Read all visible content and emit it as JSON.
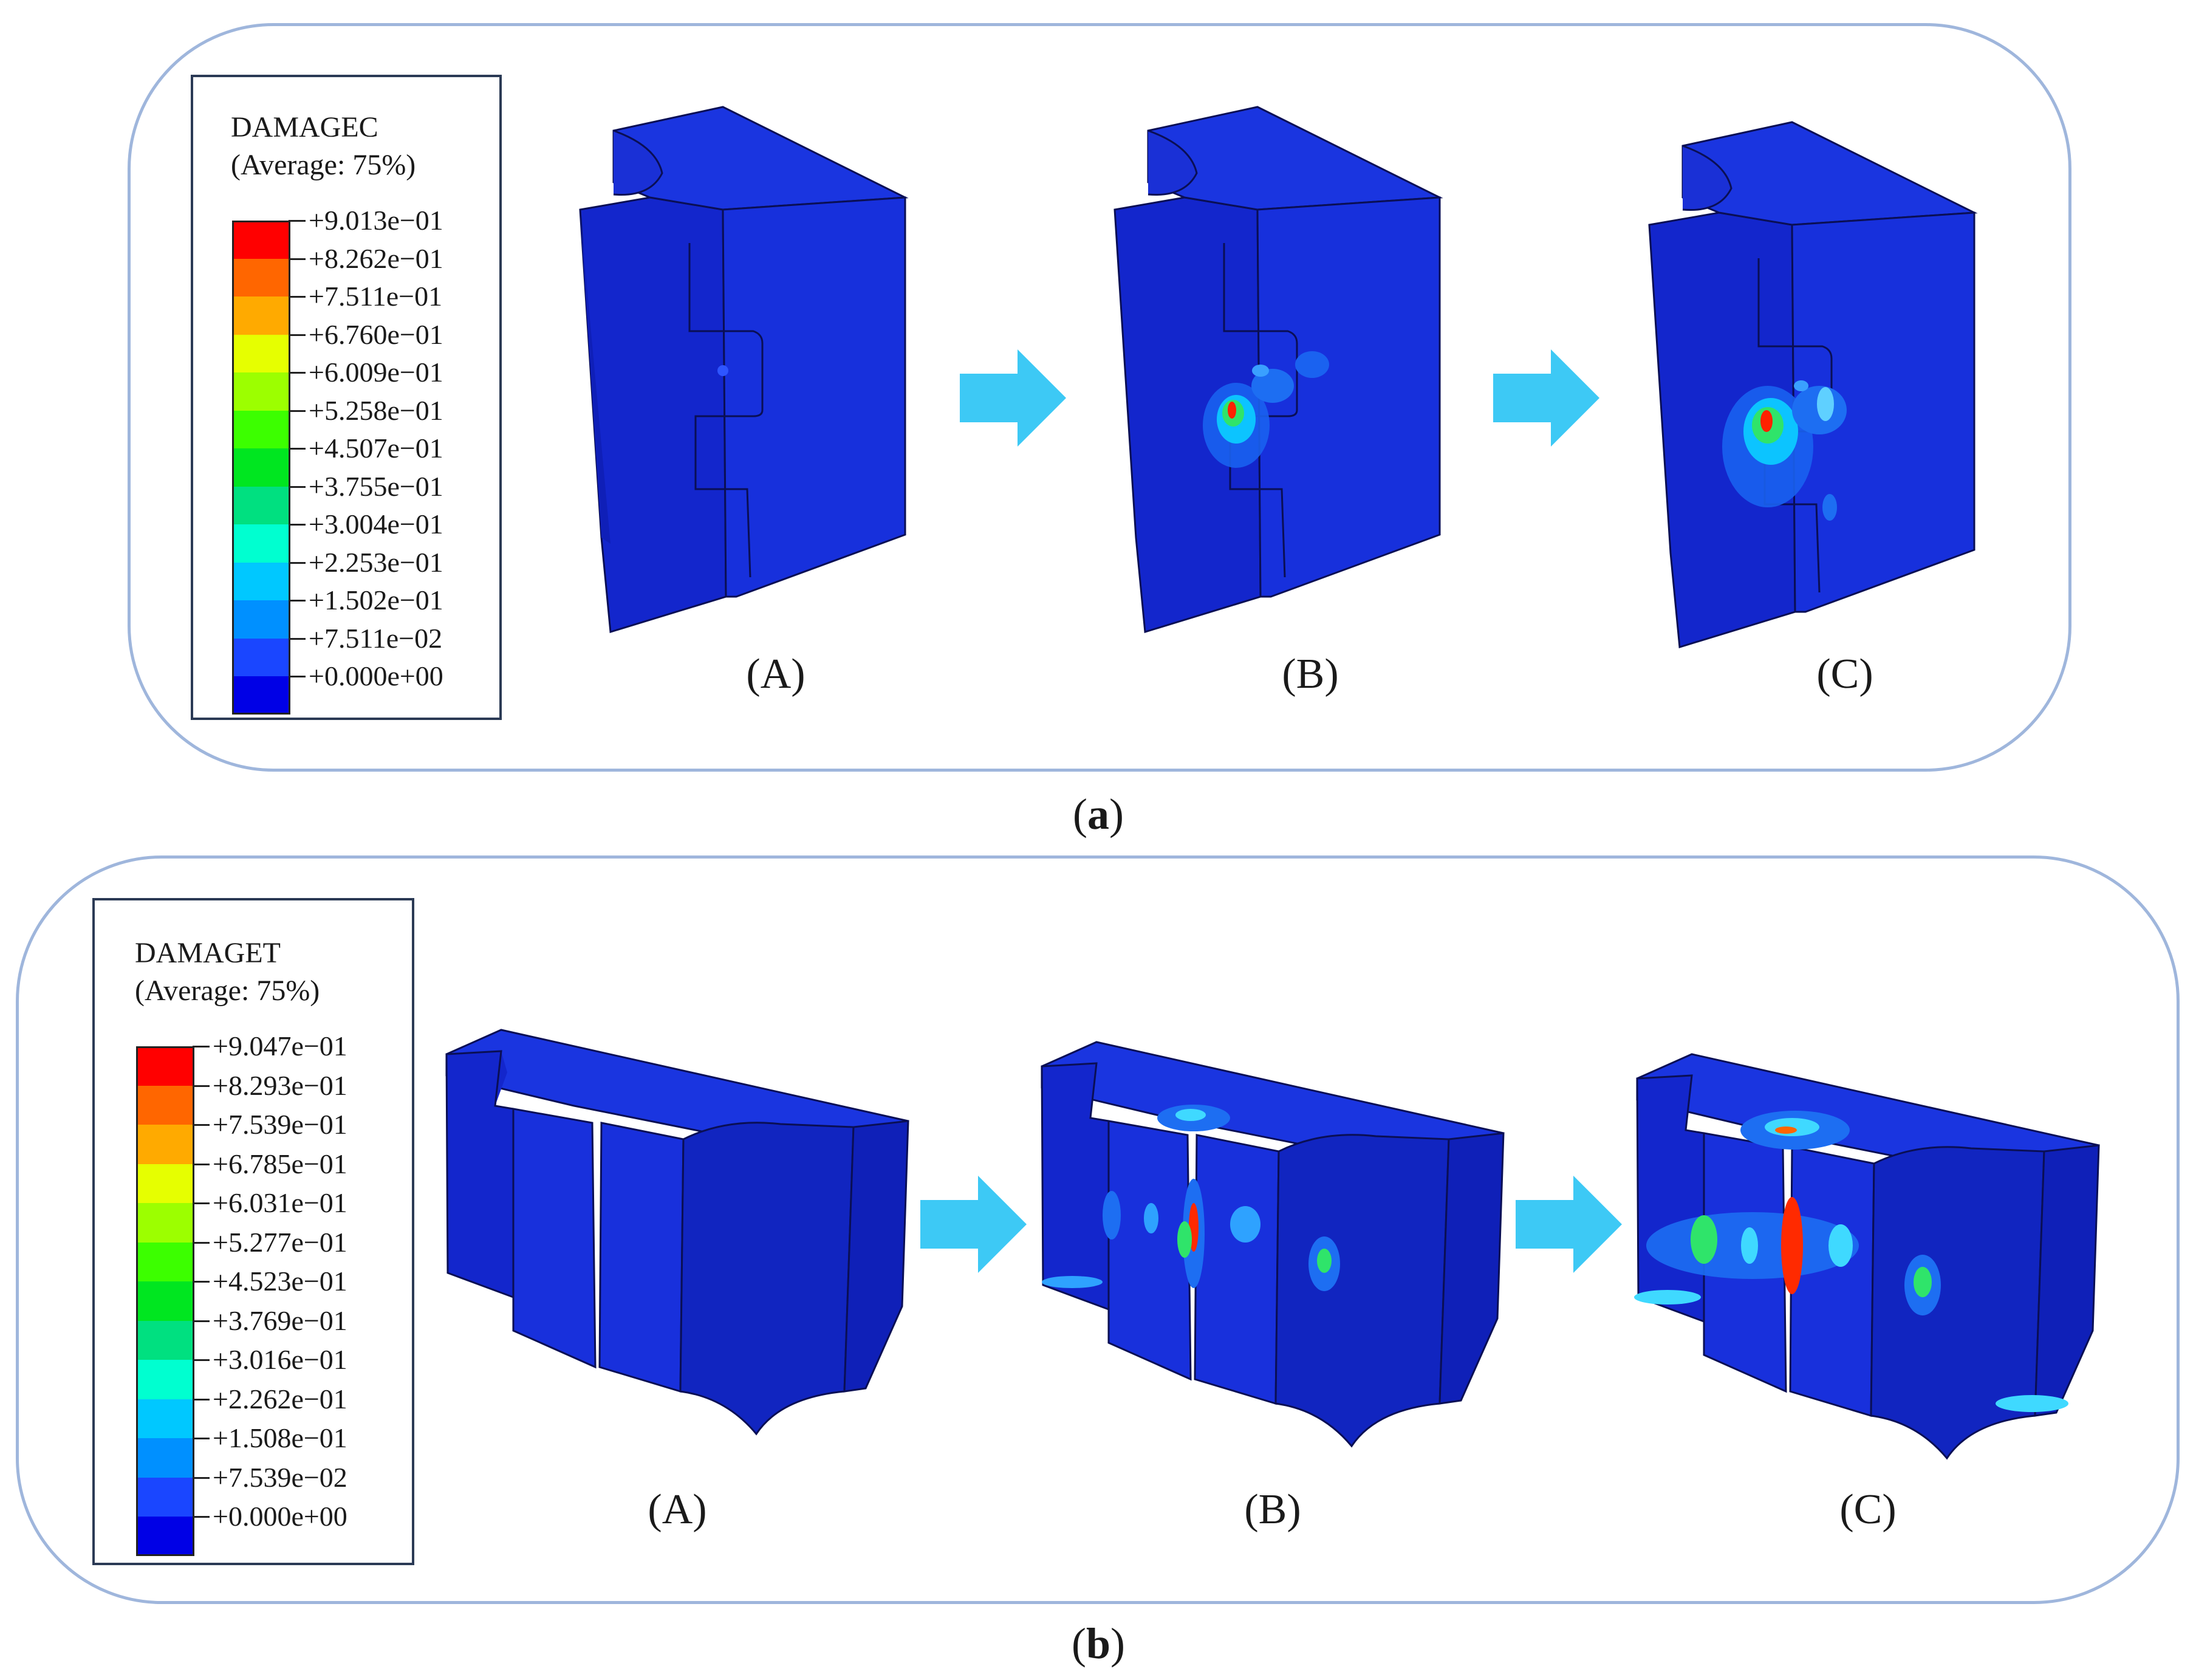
{
  "panel_a": {
    "legend": {
      "title": "DAMAGEC",
      "subtitle": "(Average: 75%)",
      "ticks": [
        "+9.013e−01",
        "+8.262e−01",
        "+7.511e−01",
        "+6.760e−01",
        "+6.009e−01",
        "+5.258e−01",
        "+4.507e−01",
        "+3.755e−01",
        "+3.004e−01",
        "+2.253e−01",
        "+1.502e−01",
        "+7.511e−02",
        "+0.000e+00"
      ]
    },
    "stages": [
      "(A)",
      "(B)",
      "(C)"
    ],
    "caption_pre": "(",
    "caption_bold": "a",
    "caption_post": ")"
  },
  "panel_b": {
    "legend": {
      "title": "DAMAGET",
      "subtitle": "(Average: 75%)",
      "ticks": [
        "+9.047e−01",
        "+8.293e−01",
        "+7.539e−01",
        "+6.785e−01",
        "+6.031e−01",
        "+5.277e−01",
        "+4.523e−01",
        "+3.769e−01",
        "+3.016e−01",
        "+2.262e−01",
        "+1.508e−01",
        "+7.539e−02",
        "+0.000e+00"
      ]
    },
    "stages": [
      "(A)",
      "(B)",
      "(C)"
    ],
    "caption_pre": "(",
    "caption_bold": "b",
    "caption_post": ")"
  },
  "colors": {
    "colormap_top_to_bottom": [
      "#ff0000",
      "#ff6600",
      "#ffaa00",
      "#e6ff00",
      "#9cff00",
      "#3cff00",
      "#00e620",
      "#00e080",
      "#00ffd0",
      "#00c8ff",
      "#0090ff",
      "#1a46ff",
      "#0000e6"
    ],
    "model_blue": "#1428d8",
    "arrow": "#3dc9f5",
    "panel_border": "#9fb6dc"
  }
}
